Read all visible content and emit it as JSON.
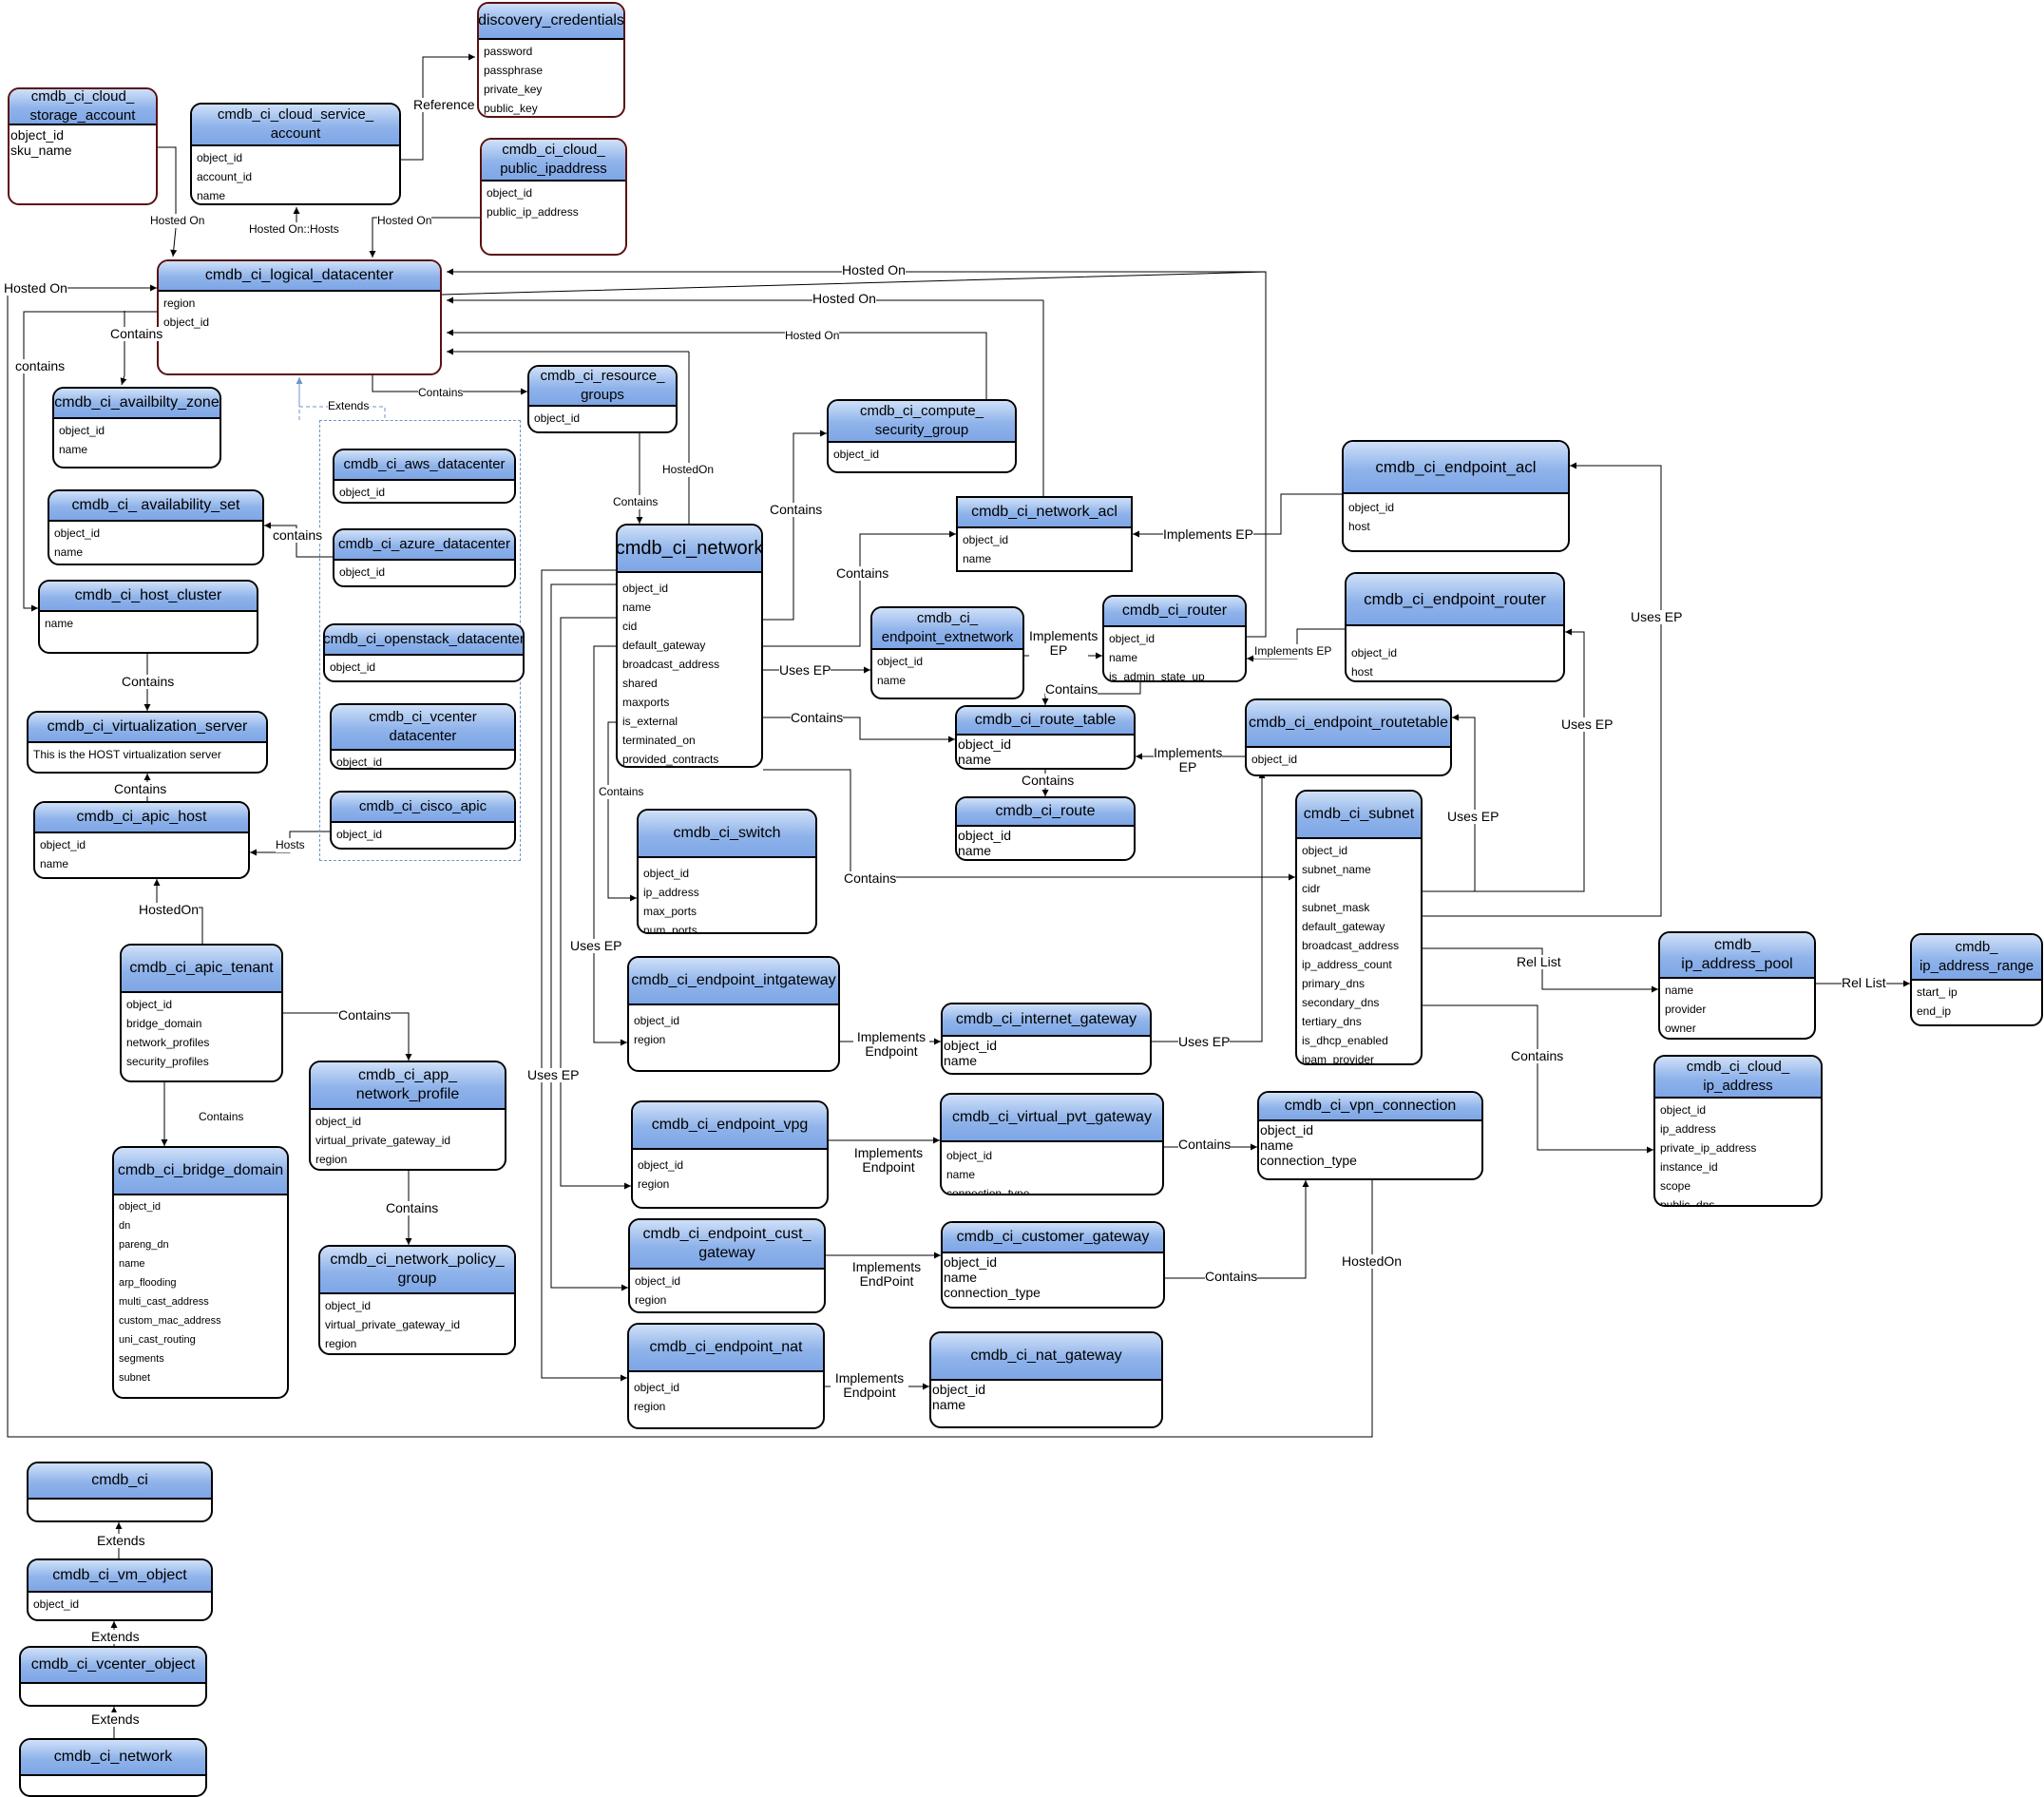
{
  "entities": {
    "storage_account": {
      "title": "cmdb_ci_cloud_ storage_account",
      "fields": [
        "object_id",
        "sku_name"
      ]
    },
    "cloud_service_account": {
      "title": "cmdb_ci_cloud_service_ account",
      "fields": [
        "object_id",
        "account_id",
        "name"
      ]
    },
    "discovery_credentials": {
      "title": "discovery_credentials",
      "fields": [
        "password",
        "passphrase",
        "private_key",
        "public_key"
      ]
    },
    "public_ipaddress": {
      "title": "cmdb_ci_cloud_ public_ipaddress",
      "fields": [
        "object_id",
        "public_ip_address"
      ]
    },
    "logical_datacenter": {
      "title": "cmdb_ci_logical_datacenter",
      "fields": [
        "region",
        "object_id"
      ]
    },
    "availability_zone": {
      "title": "cmdb_ci_availbilty_zone",
      "fields": [
        "object_id",
        "name"
      ]
    },
    "availability_set": {
      "title": "cmdb_ci_ availability_set",
      "fields": [
        "object_id",
        "name"
      ]
    },
    "host_cluster": {
      "title": "cmdb_ci_host_cluster",
      "fields": [
        "name"
      ]
    },
    "virtualization_server": {
      "title": "cmdb_ci_virtualization_server",
      "fields": [
        "This is the HOST virtualization server"
      ]
    },
    "apic_host": {
      "title": "cmdb_ci_apic_host",
      "fields": [
        "object_id",
        "name"
      ]
    },
    "apic_tenant": {
      "title": "cmdb_ci_apic_tenant",
      "fields": [
        "object_id",
        "bridge_domain",
        "network_profiles",
        "security_profiles"
      ]
    },
    "bridge_domain": {
      "title": "cmdb_ci_bridge_domain",
      "fields": [
        "object_id",
        "dn",
        "pareng_dn",
        "name",
        "arp_flooding",
        "multi_cast_address",
        "custom_mac_address",
        "uni_cast_routing",
        "segments",
        "subnet"
      ]
    },
    "app_network_profile": {
      "title": "cmdb_ci_app_ network_profile",
      "fields": [
        "object_id",
        "virtual_private_gateway_id",
        "region"
      ]
    },
    "network_policy_group": {
      "title": "cmdb_ci_network_policy_ group",
      "fields": [
        "object_id",
        "virtual_private_gateway_id",
        "region"
      ]
    },
    "aws_datacenter": {
      "title": "cmdb_ci_aws_datacenter",
      "fields": [
        "object_id"
      ]
    },
    "azure_datacenter": {
      "title": "cmdb_ci_azure_datacenter",
      "fields": [
        "object_id"
      ]
    },
    "openstack_datacenter": {
      "title": "cmdb_ci_openstack_datacenter",
      "fields": [
        "object_id"
      ]
    },
    "vcenter_datacenter": {
      "title": "cmdb_ci_vcenter datacenter",
      "fields": [
        "object_id"
      ]
    },
    "cisco_apic": {
      "title": "cmdb_ci_cisco_apic",
      "fields": [
        "object_id"
      ]
    },
    "resource_groups": {
      "title": "cmdb_ci_resource_ groups",
      "fields": [
        "object_id"
      ]
    },
    "network": {
      "title": "cmdb_ci_network",
      "fields": [
        "object_id",
        "name",
        "cid",
        "default_gateway",
        "broadcast_address",
        "shared",
        "maxports",
        "is_external",
        "terminated_on",
        "provided_contracts"
      ]
    },
    "compute_security_group": {
      "title": "cmdb_ci_compute_ security_group",
      "fields": [
        "object_id"
      ]
    },
    "network_acl": {
      "title": "cmdb_ci_network_acl",
      "fields": [
        "object_id",
        "name"
      ]
    },
    "endpoint_extnetwork": {
      "title": "cmdb_ci_ endpoint_extnetwork",
      "fields": [
        "object_id",
        "name"
      ]
    },
    "router": {
      "title": "cmdb_ci_router",
      "fields": [
        "object_id",
        "name",
        "is_admin_state_up"
      ]
    },
    "endpoint_acl": {
      "title": "cmdb_ci_endpoint_acl",
      "fields": [
        "object_id",
        "host"
      ]
    },
    "endpoint_router": {
      "title": "cmdb_ci_endpoint_router",
      "fields": [
        "object_id",
        "host"
      ]
    },
    "route_table": {
      "title": "cmdb_ci_route_table",
      "fields": [
        "object_id",
        "name"
      ]
    },
    "endpoint_routetable": {
      "title": "cmdb_ci_endpoint_routetable",
      "fields": [
        "object_id"
      ]
    },
    "route": {
      "title": "cmdb_ci_route",
      "fields": [
        "object_id",
        "name"
      ]
    },
    "switch": {
      "title": "cmdb_ci_switch",
      "fields": [
        "object_id",
        "ip_address",
        "max_ports",
        "num_ports"
      ]
    },
    "subnet": {
      "title": "cmdb_ci_subnet",
      "fields": [
        "object_id",
        "subnet_name",
        "cidr",
        "subnet_mask",
        "default_gateway",
        "broadcast_address",
        "ip_address_count",
        "primary_dns",
        "secondary_dns",
        "tertiary_dns",
        "is_dhcp_enabled",
        "ipam_provider"
      ]
    },
    "endpoint_intgateway": {
      "title": "cmdb_ci_endpoint_intgateway",
      "fields": [
        "object_id",
        "region"
      ]
    },
    "internet_gateway": {
      "title": "cmdb_ci_internet_gateway",
      "fields": [
        "object_id",
        "name"
      ]
    },
    "ip_address_pool": {
      "title": "cmdb_ ip_address_pool",
      "fields": [
        "name",
        "provider",
        "owner"
      ]
    },
    "ip_address_range": {
      "title": "cmdb_ ip_address_range",
      "fields": [
        "start_ ip",
        "end_ip"
      ]
    },
    "cloud_ip_address": {
      "title": "cmdb_ci_cloud_ ip_address",
      "fields": [
        "object_id",
        "ip_address",
        "private_ip_address",
        "instance_id",
        "scope",
        "public_dns"
      ]
    },
    "endpoint_vpg": {
      "title": "cmdb_ci_endpoint_vpg",
      "fields": [
        "object_id",
        "region"
      ]
    },
    "virtual_pvt_gateway": {
      "title": "cmdb_ci_virtual_pvt_gateway",
      "fields": [
        "object_id",
        "name",
        "connection_type"
      ]
    },
    "vpn_connection": {
      "title": "cmdb_ci_vpn_connection",
      "fields": [
        "object_id",
        "name",
        "connection_type"
      ]
    },
    "endpoint_cust_gateway": {
      "title": "cmdb_ci_endpoint_cust_ gateway",
      "fields": [
        "object_id",
        "region"
      ]
    },
    "customer_gateway": {
      "title": "cmdb_ci_customer_gateway",
      "fields": [
        "object_id",
        "name",
        "connection_type"
      ]
    },
    "endpoint_nat": {
      "title": "cmdb_ci_endpoint_nat",
      "fields": [
        "object_id",
        "region"
      ]
    },
    "nat_gateway": {
      "title": "cmdb_ci_nat_gateway",
      "fields": [
        "object_id",
        "name"
      ]
    },
    "cmdb_ci": {
      "title": "cmdb_ci",
      "fields": []
    },
    "vm_object": {
      "title": "cmdb_ci_vm_object",
      "fields": [
        "object_id"
      ]
    },
    "vcenter_object": {
      "title": "cmdb_ci_vcenter_object",
      "fields": []
    },
    "network_bottom": {
      "title": "cmdb_ci_network",
      "fields": []
    }
  },
  "labels": {
    "reference": "Reference",
    "hosted_on": "Hosted On",
    "hosted_on_hosts": "Hosted On::Hosts",
    "hosted_on_lower": "HostedOn",
    "contains_cap": "Contains",
    "contains_lower": "contains",
    "extends": "Extends",
    "hosts": "Hosts",
    "uses_ep": "Uses EP",
    "implements_ep": "Implements EP",
    "implements_ep_split": "Implements EP",
    "implements_endpoint": "Implements Endpoint",
    "implements_endpoint_caps": "Implements EndPoint",
    "rel_list": "Rel List"
  }
}
